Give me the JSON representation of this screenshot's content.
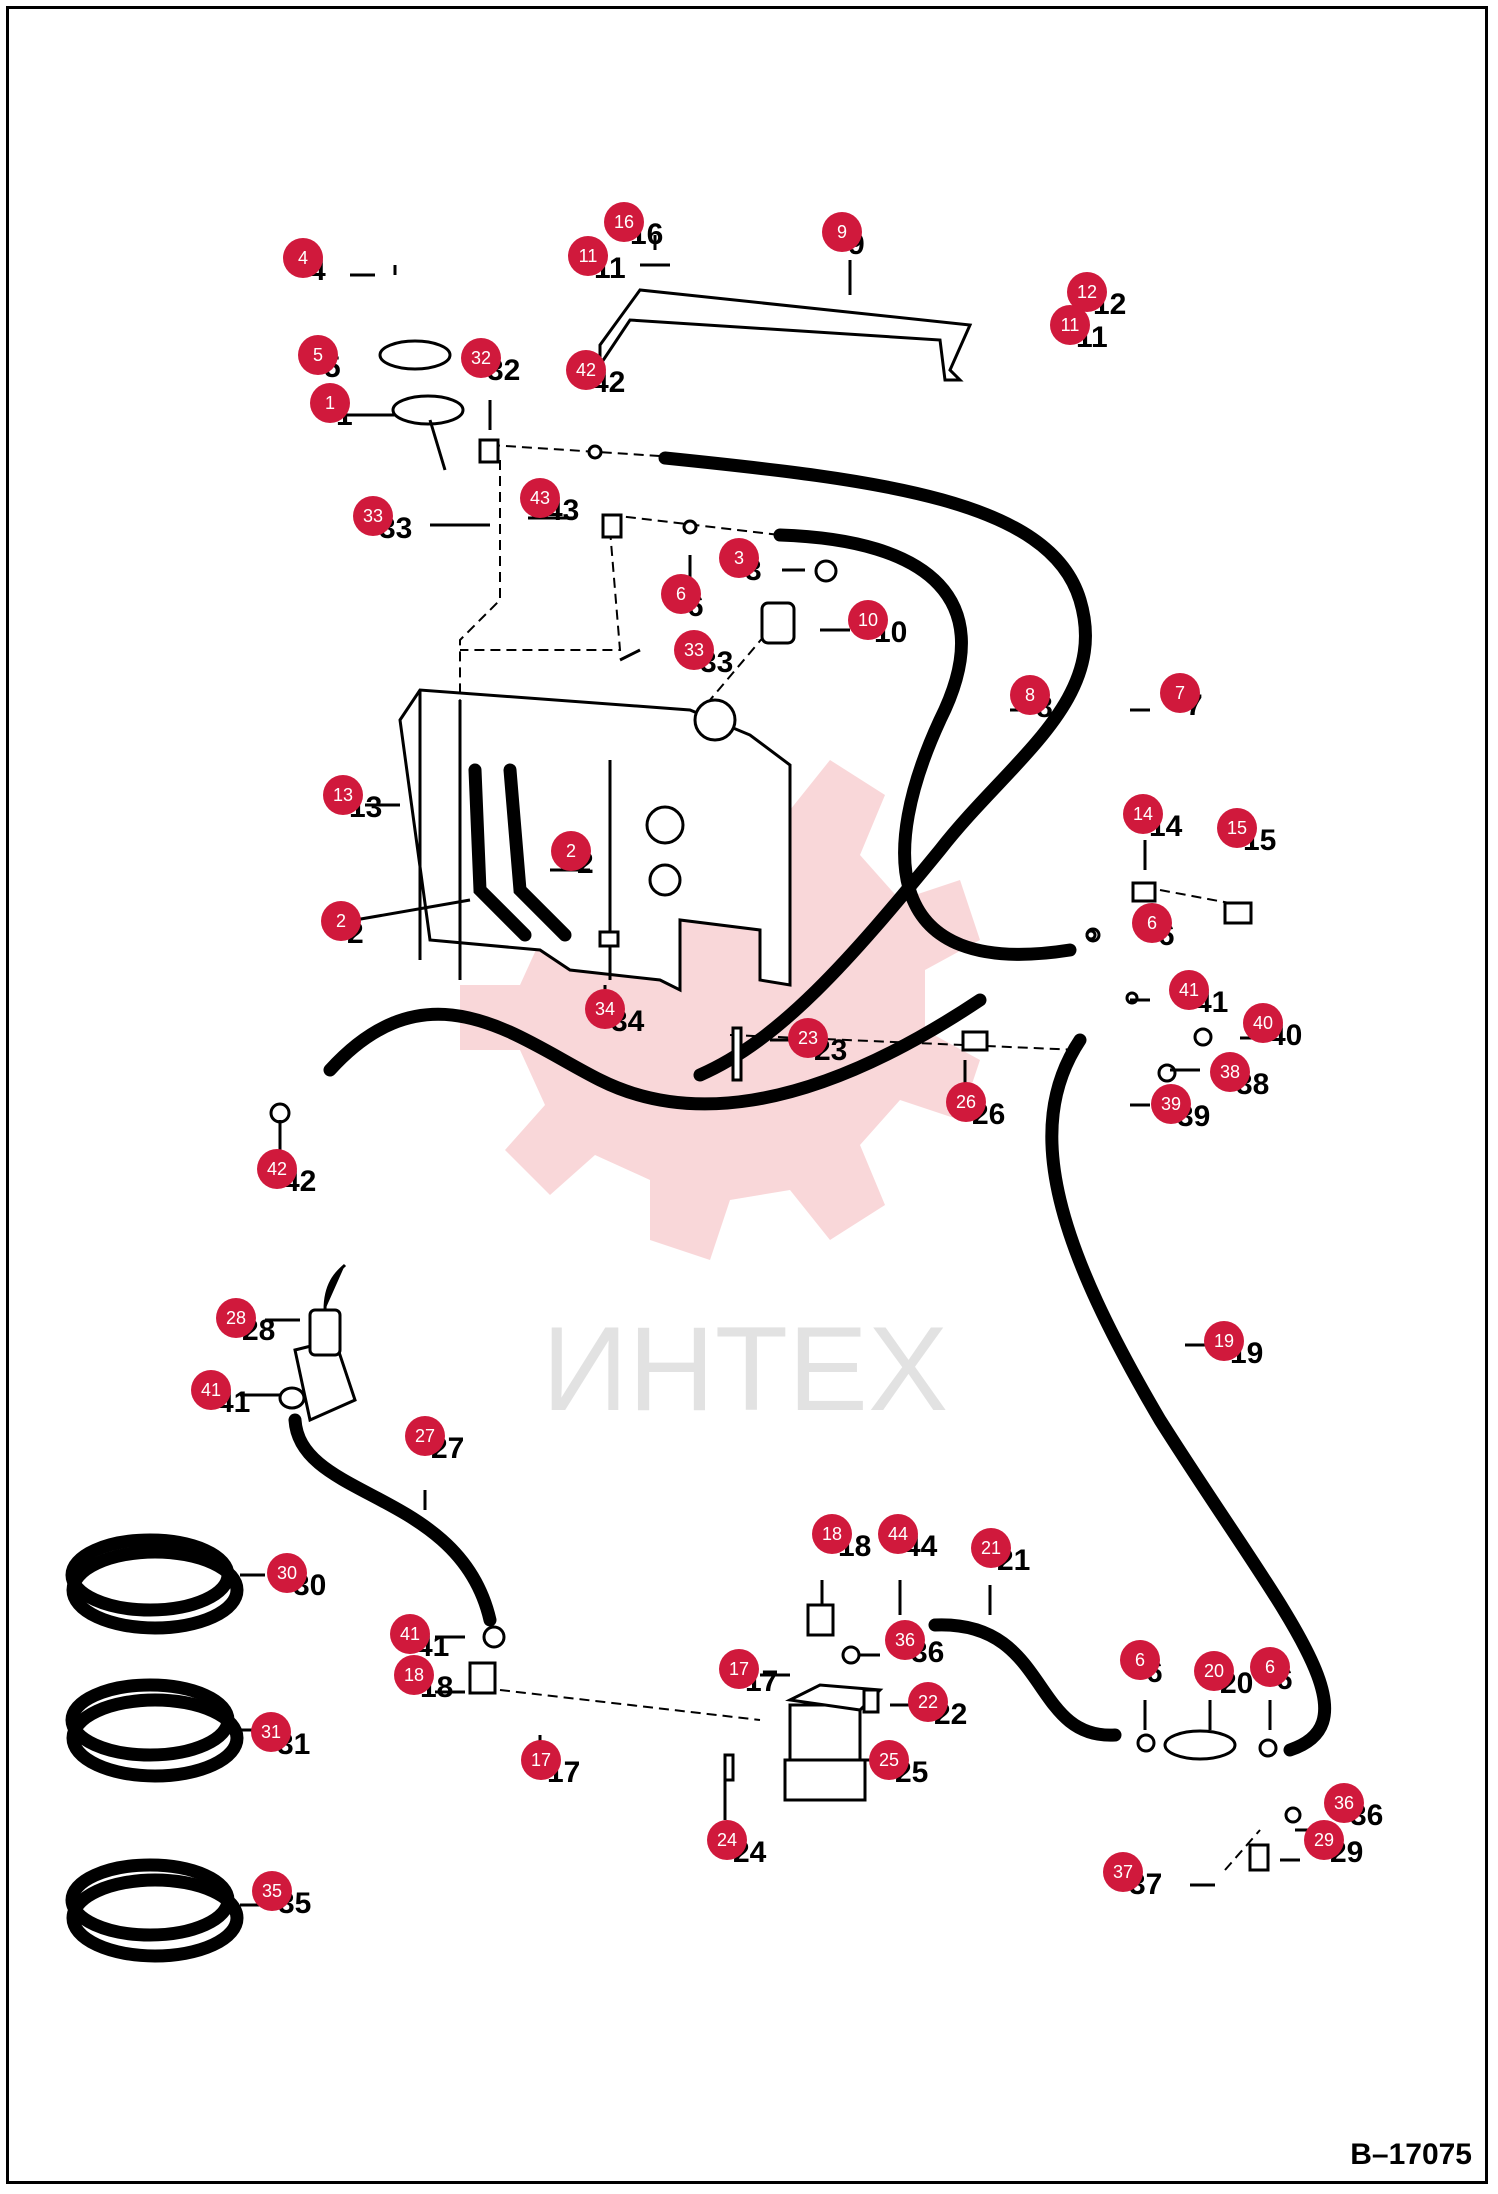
{
  "watermark": "ИНТЕХ",
  "diagram_code": "B–17075",
  "callouts": [
    {
      "n": "16"
    },
    {
      "n": "11"
    },
    {
      "n": "9"
    },
    {
      "n": "12"
    },
    {
      "n": "11"
    },
    {
      "n": "4"
    },
    {
      "n": "5"
    },
    {
      "n": "32"
    },
    {
      "n": "42"
    },
    {
      "n": "1"
    },
    {
      "n": "43"
    },
    {
      "n": "33"
    },
    {
      "n": "3"
    },
    {
      "n": "6"
    },
    {
      "n": "10"
    },
    {
      "n": "33"
    },
    {
      "n": "8"
    },
    {
      "n": "7"
    },
    {
      "n": "13"
    },
    {
      "n": "2"
    },
    {
      "n": "14"
    },
    {
      "n": "15"
    },
    {
      "n": "2"
    },
    {
      "n": "6"
    },
    {
      "n": "34"
    },
    {
      "n": "41"
    },
    {
      "n": "23"
    },
    {
      "n": "40"
    },
    {
      "n": "38"
    },
    {
      "n": "26"
    },
    {
      "n": "39"
    },
    {
      "n": "42"
    },
    {
      "n": "28"
    },
    {
      "n": "19"
    },
    {
      "n": "41"
    },
    {
      "n": "27"
    },
    {
      "n": "30"
    },
    {
      "n": "18"
    },
    {
      "n": "44"
    },
    {
      "n": "21"
    },
    {
      "n": "36"
    },
    {
      "n": "41"
    },
    {
      "n": "17"
    },
    {
      "n": "6"
    },
    {
      "n": "20"
    },
    {
      "n": "6"
    },
    {
      "n": "18"
    },
    {
      "n": "22"
    },
    {
      "n": "31"
    },
    {
      "n": "17"
    },
    {
      "n": "25"
    },
    {
      "n": "36"
    },
    {
      "n": "29"
    },
    {
      "n": "24"
    },
    {
      "n": "37"
    },
    {
      "n": "35"
    }
  ]
}
